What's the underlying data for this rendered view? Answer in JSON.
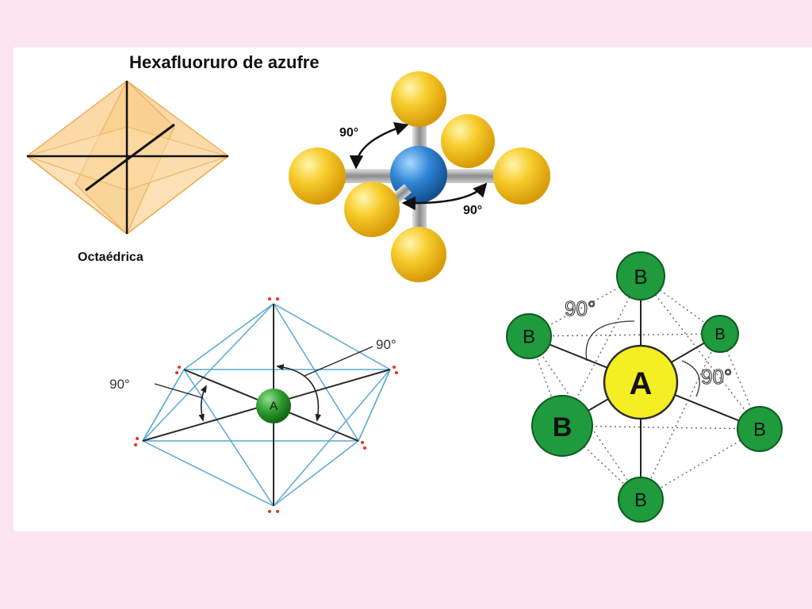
{
  "title": "Hexafluoruro de azufre",
  "octahedron_caption": "Octaédrica",
  "ball_stick_angle_top": "90°",
  "ball_stick_angle_bottom": "90°",
  "wire_angle_left": "90°",
  "wire_angle_right": "90°",
  "wire_center_label": "A",
  "vsepr_angle_top": "90°",
  "vsepr_angle_right": "90°",
  "vsepr_center_label": "A",
  "vsepr_ligand_label": "B",
  "colors": {
    "page_background": "#fbe6f0",
    "panel": "#ffffff",
    "octahedron_fill": "#f9c77a",
    "fluorine": "#f5c21a",
    "sulfur": "#2f86d6",
    "bond": "#9a9a9a",
    "wire_edges": "#5aa9cf",
    "lone_pair_dots": "#e8321e",
    "center_A_green": "#2e9b2e",
    "ligand_B": "#1f9a3c",
    "center_A_yellow": "#f4ee23"
  }
}
